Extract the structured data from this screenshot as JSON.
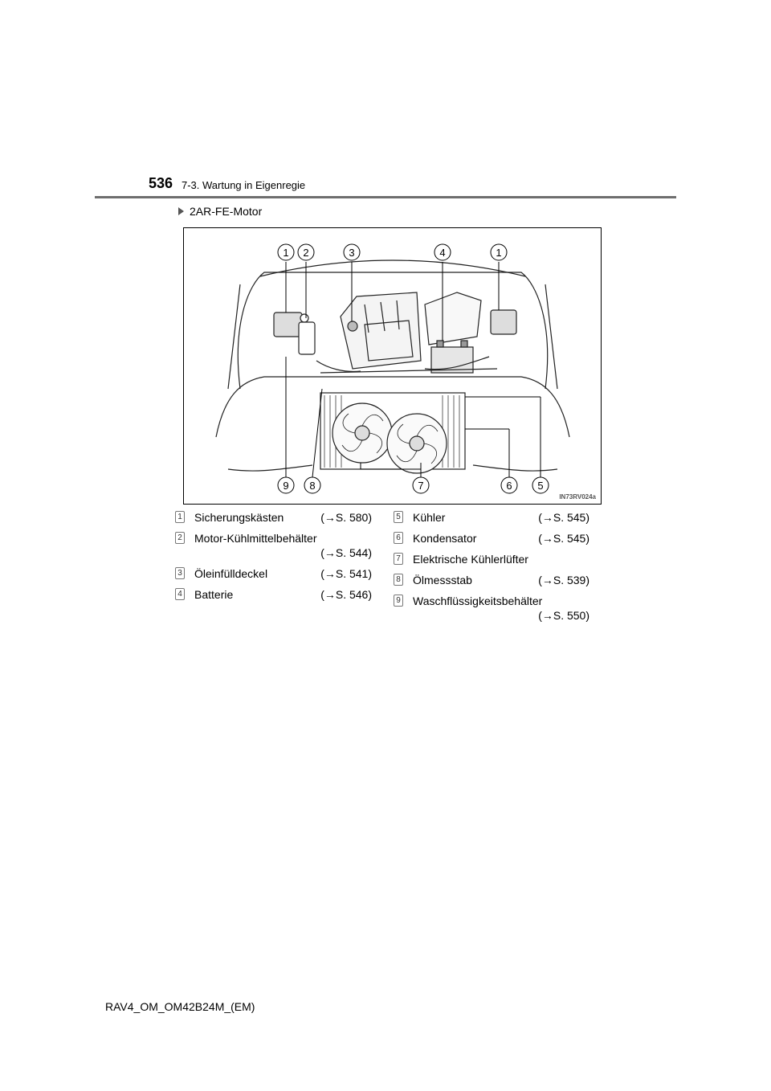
{
  "header": {
    "page_number": "536",
    "section": "7-3. Wartung in Eigenregie"
  },
  "subheading": "2AR-FE-Motor",
  "figure": {
    "code": "IN73RV024a",
    "callouts_top": [
      "1",
      "2",
      "3",
      "4",
      "1"
    ],
    "callouts_bottom": [
      "9",
      "8",
      "7",
      "6",
      "5"
    ]
  },
  "legend": {
    "column1": [
      {
        "num": "1",
        "label": "Sicherungskästen",
        "ref": "(→S. 580)"
      },
      {
        "num": "2",
        "label": "Motor-Kühlmittelbehälter",
        "ref": "(→S. 544)"
      },
      {
        "num": "3",
        "label": "Öleinfülldeckel",
        "ref": "(→S. 541)"
      },
      {
        "num": "4",
        "label": "Batterie",
        "ref": "(→S. 546)"
      }
    ],
    "column2": [
      {
        "num": "5",
        "label": "Kühler",
        "ref": "(→S. 545)"
      },
      {
        "num": "6",
        "label": "Kondensator",
        "ref": "(→S. 545)"
      },
      {
        "num": "7",
        "label": "Elektrische Kühlerlüfter",
        "ref": ""
      },
      {
        "num": "8",
        "label": "Ölmessstab",
        "ref": "(→S. 539)"
      },
      {
        "num": "9",
        "label": "Waschflüssigkeitsbehälter",
        "ref": "(→S. 550)"
      }
    ]
  },
  "footer": {
    "document_code": "RAV4_OM_OM42B24M_(EM)"
  }
}
